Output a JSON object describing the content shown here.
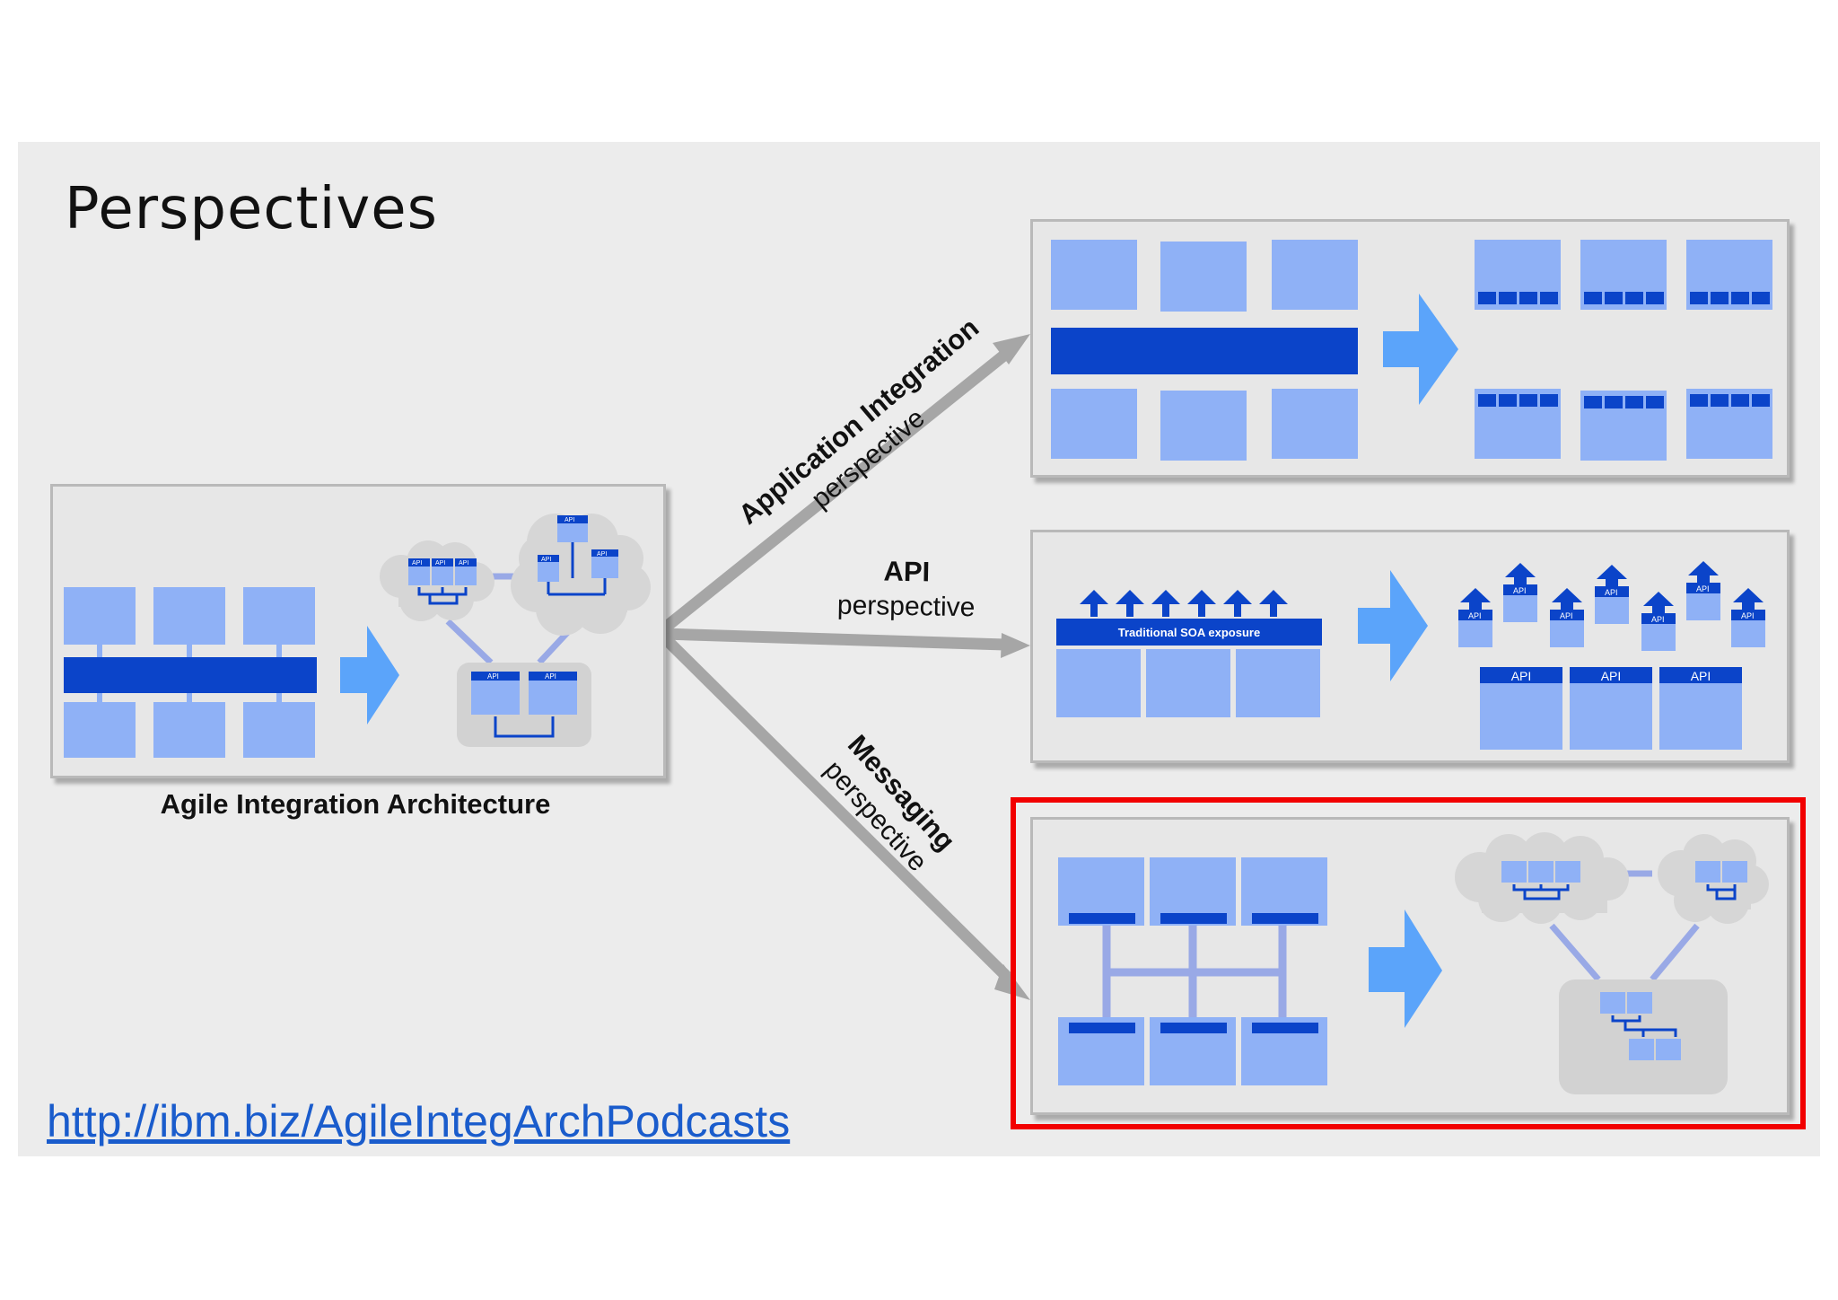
{
  "slide": {
    "title": "Perspectives",
    "caption": "Agile Integration Architecture",
    "link": "http://ibm.biz/AgileIntegArchPodcasts"
  },
  "perspectives": {
    "app_bold": "Application Integration",
    "app_light": "perspective",
    "api_bold": "API",
    "api_light": "perspective",
    "msg_bold": "Messaging",
    "msg_light": "perspective"
  },
  "diagram_labels": {
    "api": "API",
    "soa_exposure": "Traditional SOA exposure"
  },
  "colors": {
    "light_block": "#8fb1f6",
    "dark_bar": "#0b44c9",
    "arrow_blue": "#5ba4fa",
    "connector": "#99a9e6",
    "cloud": "#d6d6d6",
    "highlight": "#f20000",
    "gray_arrow": "#a6a6a6"
  }
}
